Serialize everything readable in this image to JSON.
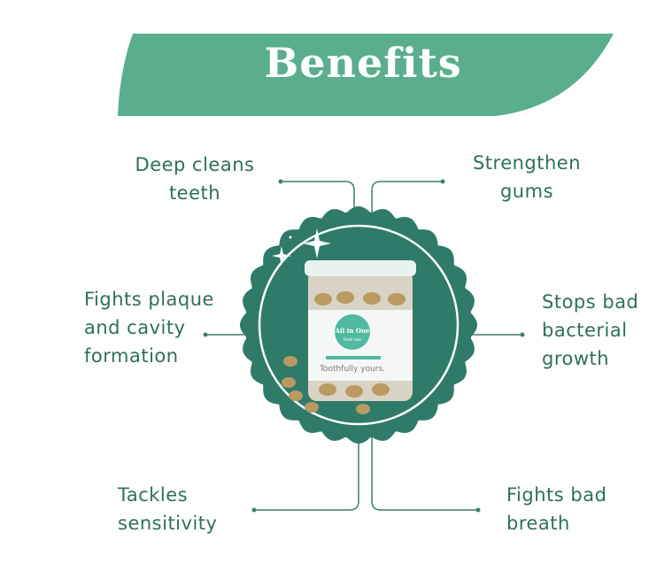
{
  "header": {
    "title": "Benefits"
  },
  "benefits": {
    "top_left": [
      "Deep cleans",
      "teeth"
    ],
    "top_right": [
      "Strengthen",
      "gums"
    ],
    "mid_left": [
      "Fights plaque",
      "and cavity",
      "formation"
    ],
    "mid_right": [
      "Stops bad",
      "bacterial",
      "growth"
    ],
    "bottom_left": [
      "Tackles",
      "sensitivity"
    ],
    "bottom_right": [
      "Fights bad",
      "breath"
    ]
  },
  "product": {
    "label_title": "All in One",
    "label_subtitle": "Tooth tabs",
    "brand": "Toothfully yours."
  },
  "colors": {
    "banner": "#5aae8e",
    "badge": "#2f7a68",
    "text": "#2f6e5e",
    "line": "#3f7f70"
  }
}
